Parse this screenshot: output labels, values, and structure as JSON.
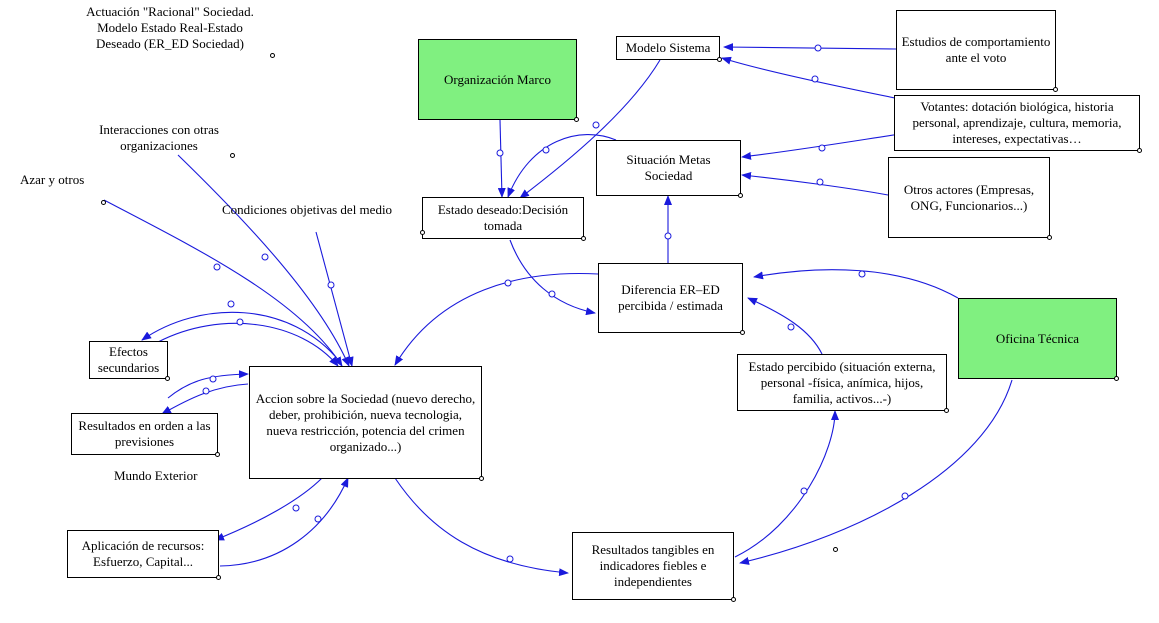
{
  "colors": {
    "arrow": "#1a1adc",
    "green_box": "#80f080"
  },
  "boxes": {
    "modelo_sistema": "Modelo Sistema",
    "estudios": "Estudios de comportamiento ante el voto",
    "votantes": "Votantes: dotación biológica, historia personal, aprendizaje, cultura, memoria, intereses, expectativas…",
    "organizacion_marco": "Organización Marco",
    "situacion_metas": "Situación Metas Sociedad",
    "otros_actores": "Otros actores (Empresas, ONG, Funcionarios...)",
    "estado_deseado": "Estado deseado:Decisión tomada",
    "diferencia": "Diferencia ER–ED percibida / estimada",
    "oficina_tecnica": "Oficina Técnica",
    "estado_percibido": "Estado percibido (situación externa, personal -física, anímica, hijos, familia, activos...-)",
    "efectos": "Efectos secundarios",
    "accion": "Accion sobre la Sociedad (nuevo derecho, deber, prohibición, nueva tecnologia, nueva restricción, potencia del crimen organizado...)",
    "resultados_previsiones": "Resultados en orden a las previsiones",
    "aplicacion": "Aplicación de recursos: Esfuerzo, Capital...",
    "resultados_tangibles": "Resultados tangibles en indicadores fiebles e independientes"
  },
  "labels": {
    "actuacion": "Actuación \"Racional\" Sociedad. Modelo Estado Real-Estado Deseado (ER_ED Sociedad)",
    "interacciones": "Interacciones con otras organizaciones",
    "azar": "Azar y otros",
    "condiciones": "Condiciones objetivas del medio",
    "mundo_exterior": "Mundo Exterior"
  }
}
